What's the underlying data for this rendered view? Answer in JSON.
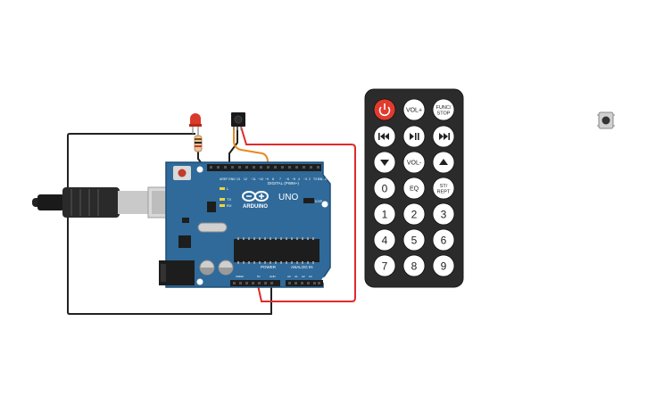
{
  "board": {
    "brand": "ARDUINO",
    "model": "UNO",
    "digital_label": "DIGITAL (PWM~)",
    "power_label": "POWER",
    "analog_label": "ANALOG IN",
    "aref": "AREF",
    "gnd": "GND",
    "pins_top": [
      "13",
      "12",
      "~11",
      "~10",
      "~9",
      "8",
      "7",
      "~6",
      "~5",
      "4",
      "~3",
      "2",
      "TX→1",
      "RX←0"
    ],
    "pins_power": [
      "IOREF",
      "RESET",
      "3.3V",
      "5V",
      "GND",
      "GND",
      "Vin"
    ],
    "pins_analog": [
      "A0",
      "A1",
      "A2",
      "A3",
      "A4",
      "A5"
    ],
    "led_l": "L",
    "led_tx": "TX",
    "led_rx": "RX",
    "icsp": "ICSP",
    "on_label": "ON"
  },
  "remote": {
    "buttons": [
      {
        "label": "",
        "icon": "power-icon",
        "color": "#e23b2e"
      },
      {
        "label": "VOL+"
      },
      {
        "label": "FUNC/ STOP"
      },
      {
        "label": "",
        "icon": "rewind-icon"
      },
      {
        "label": "",
        "icon": "play-pause-icon"
      },
      {
        "label": "",
        "icon": "fast-forward-icon"
      },
      {
        "label": "",
        "icon": "down-icon"
      },
      {
        "label": "VOL-"
      },
      {
        "label": "",
        "icon": "up-icon"
      },
      {
        "label": "0"
      },
      {
        "label": "EQ"
      },
      {
        "label": "ST/ REPT"
      },
      {
        "label": "1"
      },
      {
        "label": "2"
      },
      {
        "label": "3"
      },
      {
        "label": "4"
      },
      {
        "label": "5"
      },
      {
        "label": "6"
      },
      {
        "label": "7"
      },
      {
        "label": "8"
      },
      {
        "label": "9"
      }
    ]
  },
  "colors": {
    "board": "#2f6a9a",
    "board_dark": "#1f4f77",
    "wire_black": "#222222",
    "wire_red": "#e02a2a",
    "wire_orange": "#e68a1d",
    "remote_body": "#2b2b2b",
    "led_red": "#d93a2b"
  }
}
